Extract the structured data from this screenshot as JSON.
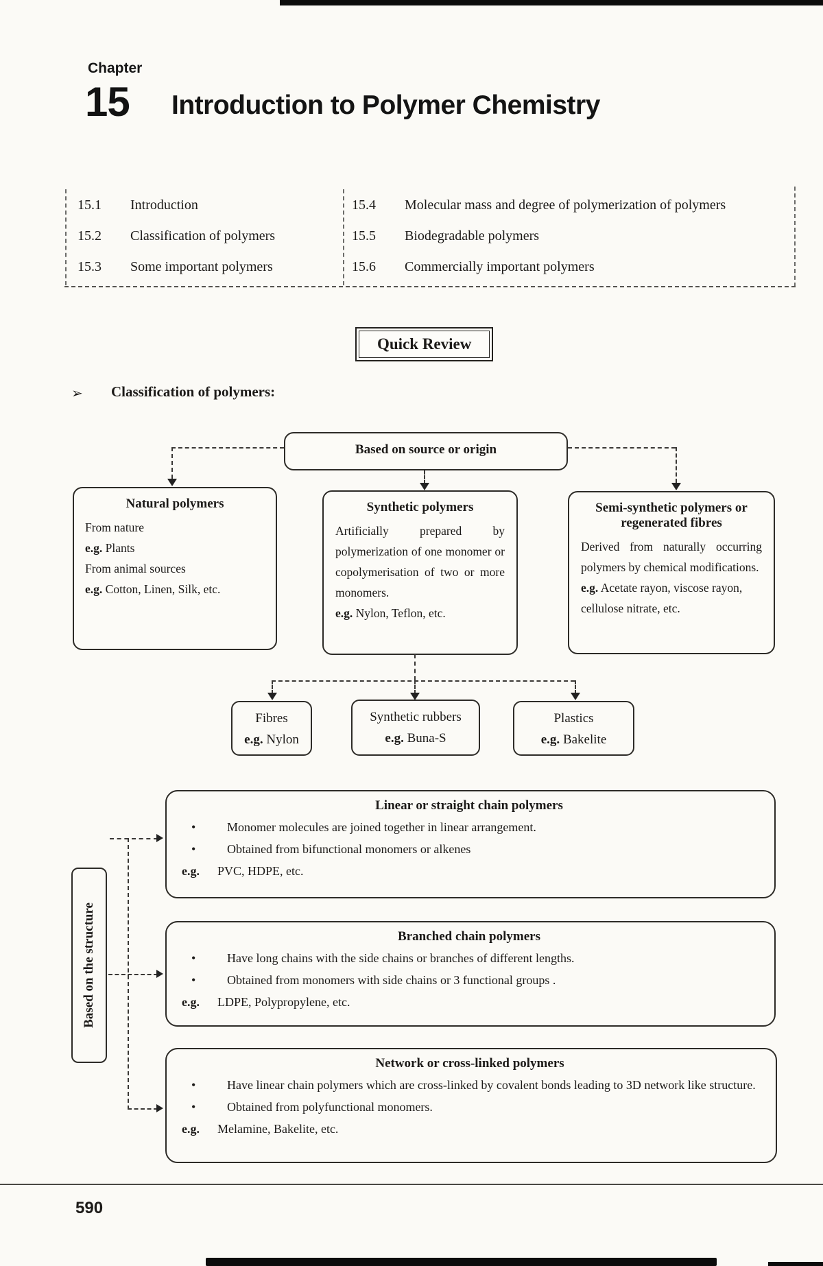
{
  "header": {
    "chapter_label": "Chapter",
    "chapter_number": "15",
    "chapter_title": "Introduction to Polymer Chemistry"
  },
  "toc": {
    "left": [
      {
        "num": "15.1",
        "title": "Introduction"
      },
      {
        "num": "15.2",
        "title": "Classification of polymers"
      },
      {
        "num": "15.3",
        "title": "Some important polymers"
      }
    ],
    "right": [
      {
        "num": "15.4",
        "title": "Molecular mass and degree of polymerization of polymers"
      },
      {
        "num": "15.5",
        "title": "Biodegradable polymers"
      },
      {
        "num": "15.6",
        "title": "Commercially important polymers"
      }
    ]
  },
  "quick_review_label": "Quick Review",
  "classification_heading": {
    "bullet": "➢",
    "text": "Classification of polymers:"
  },
  "source_diagram": {
    "root_label": "Based on source or origin",
    "natural": {
      "title": "Natural polymers",
      "lines": [
        {
          "pre": "",
          "text": "From nature"
        },
        {
          "pre": "e.g.",
          "text": "Plants"
        },
        {
          "pre": "",
          "text": "From animal sources"
        },
        {
          "pre": "e.g.",
          "text": "Cotton, Linen, Silk, etc."
        }
      ]
    },
    "synthetic": {
      "title": "Synthetic polymers",
      "body": "Artificially prepared by polymerization of one monomer or copolymerisation of two or more monomers.",
      "example_pre": "e.g.",
      "example": "Nylon, Teflon, etc."
    },
    "semi": {
      "title": "Semi-synthetic polymers or regenerated fibres",
      "body": "Derived from naturally occurring polymers by chemical modifications.",
      "example_pre": "e.g.",
      "example": "Acetate rayon, viscose rayon, cellulose nitrate, etc."
    },
    "children": [
      {
        "title": "Fibres",
        "example_pre": "e.g.",
        "example": "Nylon"
      },
      {
        "title": "Synthetic rubbers",
        "example_pre": "e.g.",
        "example": "Buna-S"
      },
      {
        "title": "Plastics",
        "example_pre": "e.g.",
        "example": "Bakelite"
      }
    ]
  },
  "structure_diagram": {
    "side_label": "Based on the structure",
    "boxes": [
      {
        "title": "Linear or straight chain polymers",
        "bullets": [
          "Monomer molecules are joined together in linear arrangement.",
          "Obtained from bifunctional monomers or alkenes"
        ],
        "example_pre": "e.g.",
        "example": "PVC, HDPE, etc."
      },
      {
        "title": "Branched chain polymers",
        "bullets": [
          "Have long chains with the side chains or branches of different lengths.",
          "Obtained from monomers with side chains or 3 functional groups ."
        ],
        "example_pre": "e.g.",
        "example": "LDPE, Polypropylene, etc."
      },
      {
        "title": "Network or cross-linked polymers",
        "bullets": [
          "Have linear chain polymers which are cross-linked by covalent bonds leading to 3D network like structure.",
          "Obtained from polyfunctional monomers."
        ],
        "example_pre": "e.g.",
        "example": "Melamine, Bakelite, etc."
      }
    ]
  },
  "footer": {
    "page_number": "590"
  }
}
